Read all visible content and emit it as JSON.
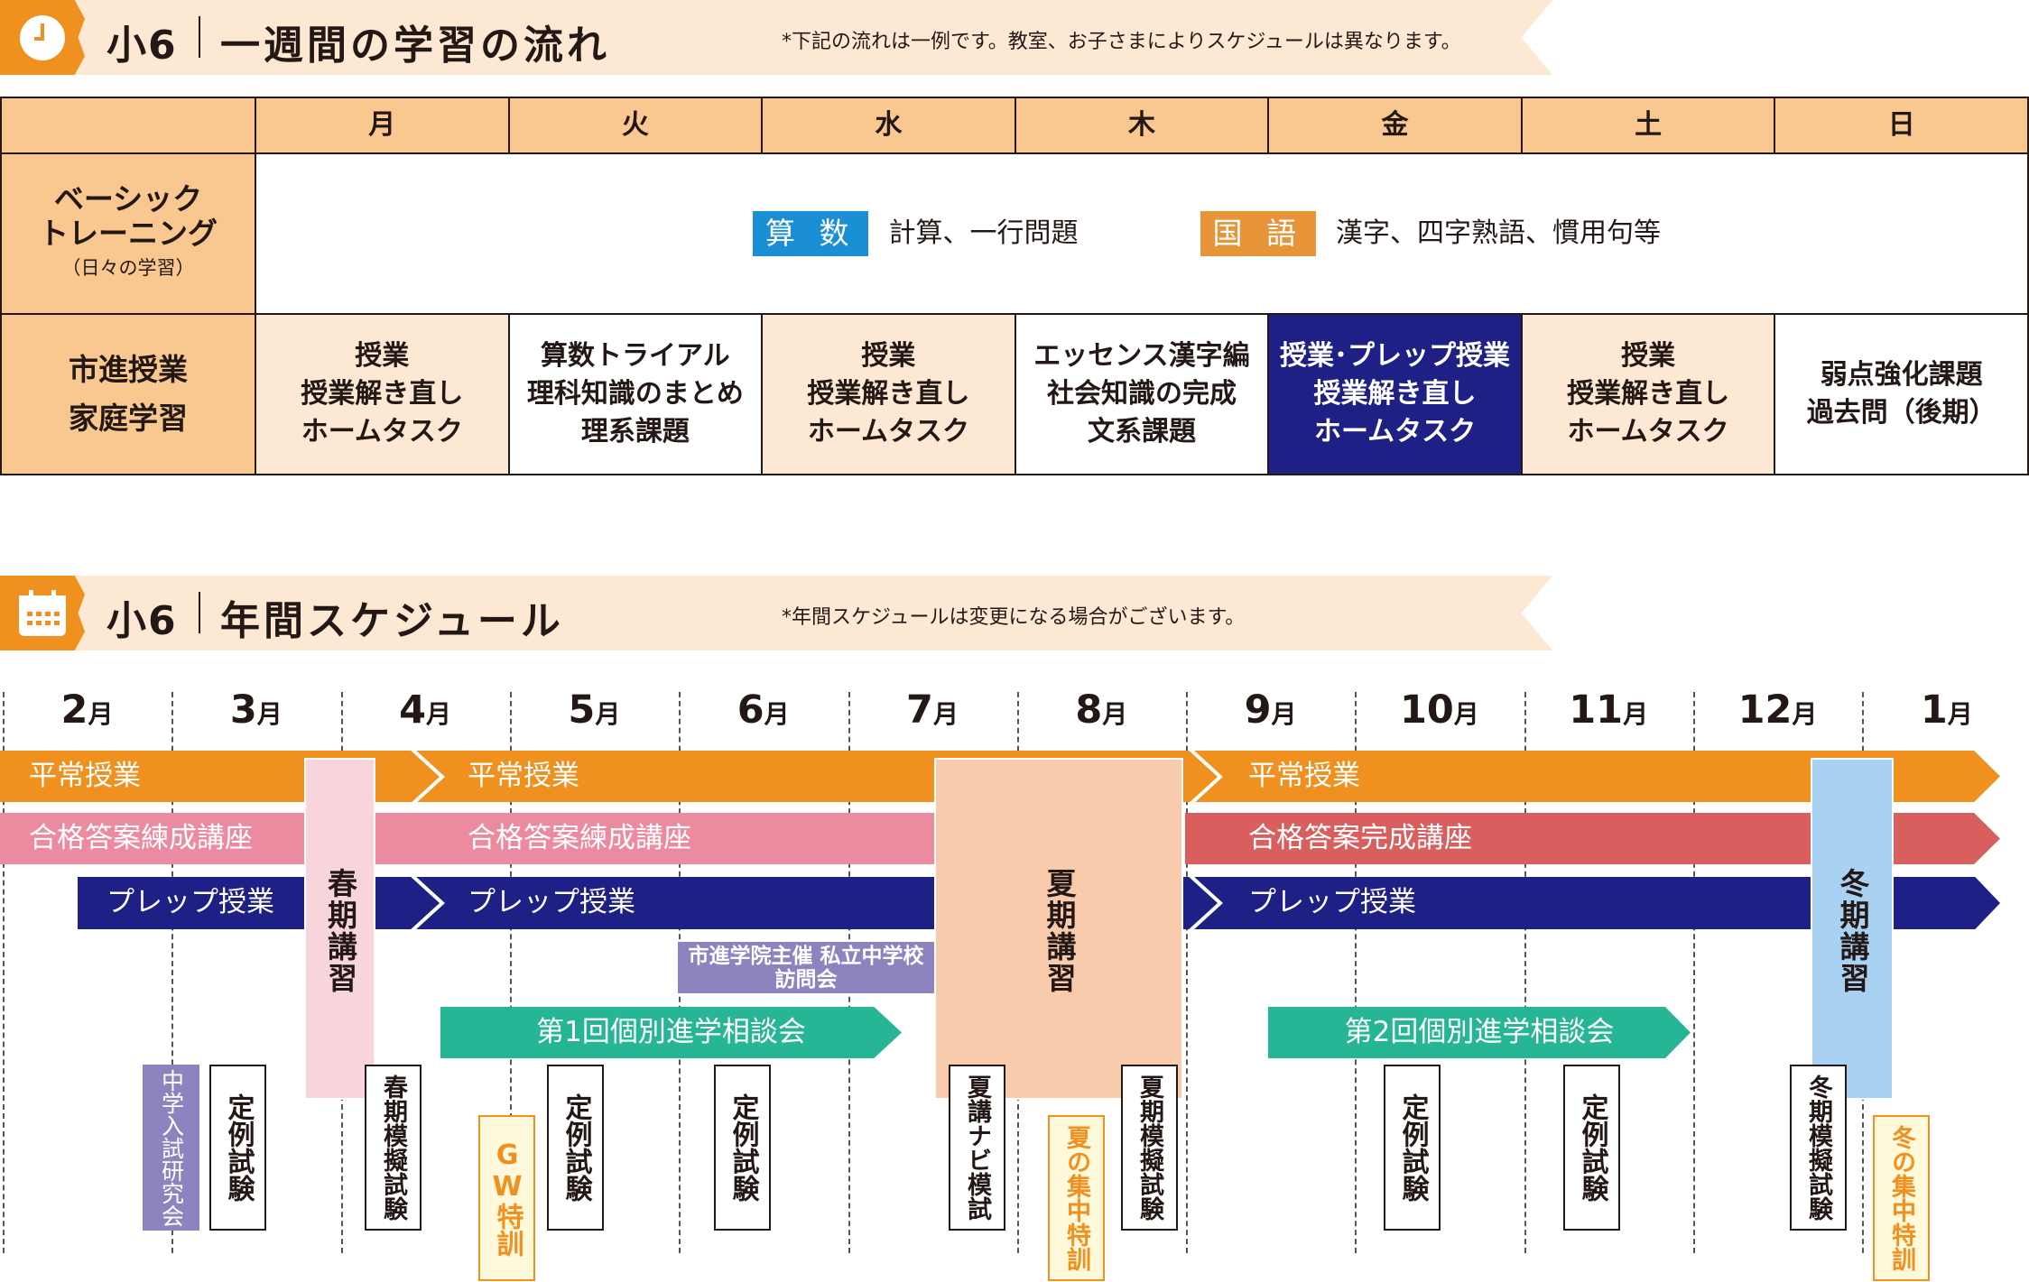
{
  "colors": {
    "orange": "#f0901e",
    "cream": "#fde9d3",
    "tan": "#f9c891",
    "navy": "#1e2085",
    "pink": "#ec8aa0",
    "red": "#d95f5f",
    "teal": "#26b595",
    "purple": "#8c84bf",
    "blue": "#1a8fd6",
    "spring": "#f8d5dc",
    "summer": "#f8cbad",
    "winter": "#a9d2f2"
  },
  "weekly": {
    "icon": "clock-icon",
    "grade": "小6",
    "title": "一週間の学習の流れ",
    "note": "*下記の流れは一例です。教室、お子さまによりスケジュールは異なります。",
    "days": [
      "月",
      "火",
      "水",
      "木",
      "金",
      "土",
      "日"
    ],
    "basic": {
      "label1": "ベーシック",
      "label2": "トレーニング",
      "label3": "（日々の学習）",
      "math_badge": "算 数",
      "math_text": "計算、一行問題",
      "jp_badge": "国 語",
      "jp_text": "漢字、四字熟語、慣用句等"
    },
    "school": {
      "label1": "市進授業",
      "label2": "家庭学習",
      "cells": [
        [
          "授業",
          "授業解き直し",
          "ホームタスク"
        ],
        [
          "算数トライアル",
          "理科知識のまとめ",
          "理系課題"
        ],
        [
          "授業",
          "授業解き直し",
          "ホームタスク"
        ],
        [
          "エッセンス漢字編",
          "社会知識の完成",
          "文系課題"
        ],
        [
          "授業･プレップ授業",
          "授業解き直し",
          "ホームタスク"
        ],
        [
          "授業",
          "授業解き直し",
          "ホームタスク"
        ],
        [
          "弱点強化課題",
          "過去問（後期）"
        ]
      ]
    }
  },
  "annual": {
    "icon": "calendar-icon",
    "grade": "小6",
    "title": "年間スケジュール",
    "note": "*年間スケジュールは変更になる場合がございます。",
    "months": [
      "2",
      "3",
      "4",
      "5",
      "6",
      "7",
      "8",
      "9",
      "10",
      "11",
      "12",
      "1"
    ],
    "month_suffix": "月",
    "bars": {
      "regular1": "平常授業",
      "regular2": "平常授業",
      "regular3": "平常授業",
      "pass1": "合格答案練成講座",
      "pass2": "合格答案練成講座",
      "pass3": "合格答案完成講座",
      "prep1": "プレップ授業",
      "prep2": "プレップ授業",
      "prep3": "プレップ授業"
    },
    "seasonal": {
      "spring": "春期講習",
      "summer": "夏期講習",
      "winter": "冬期講習"
    },
    "visit": "市進学院主催 私立中学校 訪問会",
    "consult1": "第1回個別進学相談会",
    "consult2": "第2回個別進学相談会",
    "events": {
      "seminar": "中学入試研究会",
      "exam1": "定例試験",
      "spring_mock": "春期模擬試験",
      "gw": "GW特訓",
      "exam2": "定例試験",
      "exam3": "定例試験",
      "navi": "夏講ナビ模試",
      "summer_intensive": "夏の集中特訓",
      "summer_mock": "夏期模擬試験",
      "exam4": "定例試験",
      "exam5": "定例試験",
      "winter_mock": "冬期模擬試験",
      "winter_intensive": "冬の集中特訓"
    }
  }
}
